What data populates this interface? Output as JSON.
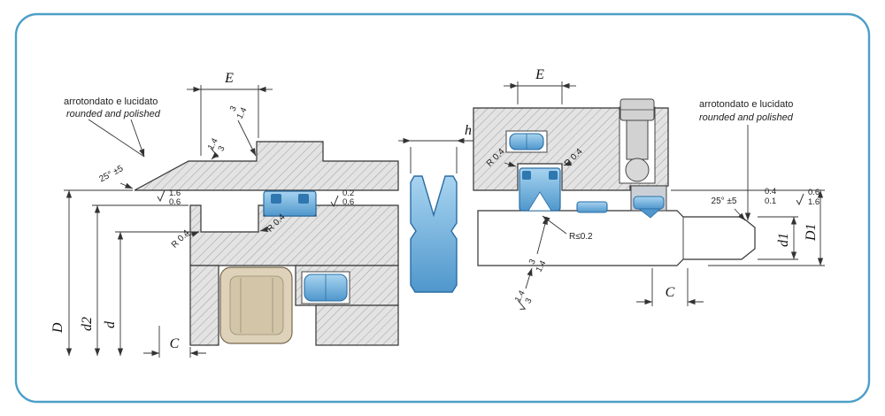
{
  "frame": {
    "border_color": "#4d9fc7"
  },
  "colors": {
    "hatch_fill": "#e3e3e3",
    "hatch_line": "#8f8f8f",
    "seal_blue_light": "#a8d4f0",
    "seal_blue_dark": "#4f97cc",
    "seal_outline": "#2a6da4",
    "seal_insert": "#2f77b0",
    "metal_gray": "#d2d2d2",
    "nut_beige": "#ded2ba",
    "line": "#333333"
  },
  "left": {
    "note_it": "arrotondato e lucidato",
    "note_en": "rounded and polished",
    "angle": "25° ±5",
    "rough_a_top": "1.6",
    "rough_a_bot": "0.6",
    "dim_E": "E",
    "finish1_top": "3",
    "finish1_bot": "1.4",
    "finish2_top": "1.4",
    "finish2_bot": "3",
    "rough_b_top": "0.2",
    "rough_b_bot": "0.6",
    "radius1": "R 0.4",
    "radius2": "R 0.4",
    "dim_D": "D",
    "dim_d2": "d2",
    "dim_d": "d",
    "dim_C": "C"
  },
  "center": {
    "dim_h": "h"
  },
  "right": {
    "dim_E": "E",
    "radius1": "R 0.4",
    "radius2": "R 0.4",
    "note_it": "arrotondato e lucidato",
    "note_en": "rounded and polished",
    "angle": "25° ±5",
    "radius_max": "R≤0.2",
    "finish1_top": "3",
    "finish1_bot": "1.4",
    "finish2_top": "1.4",
    "finish2_bot": "3",
    "chamfer_top": "0.4",
    "chamfer_bot": "0.1",
    "rough_top": "0.6",
    "rough_bot": "1.6",
    "dim_C": "C",
    "dim_d1": "d1",
    "dim_D1": "D1"
  }
}
